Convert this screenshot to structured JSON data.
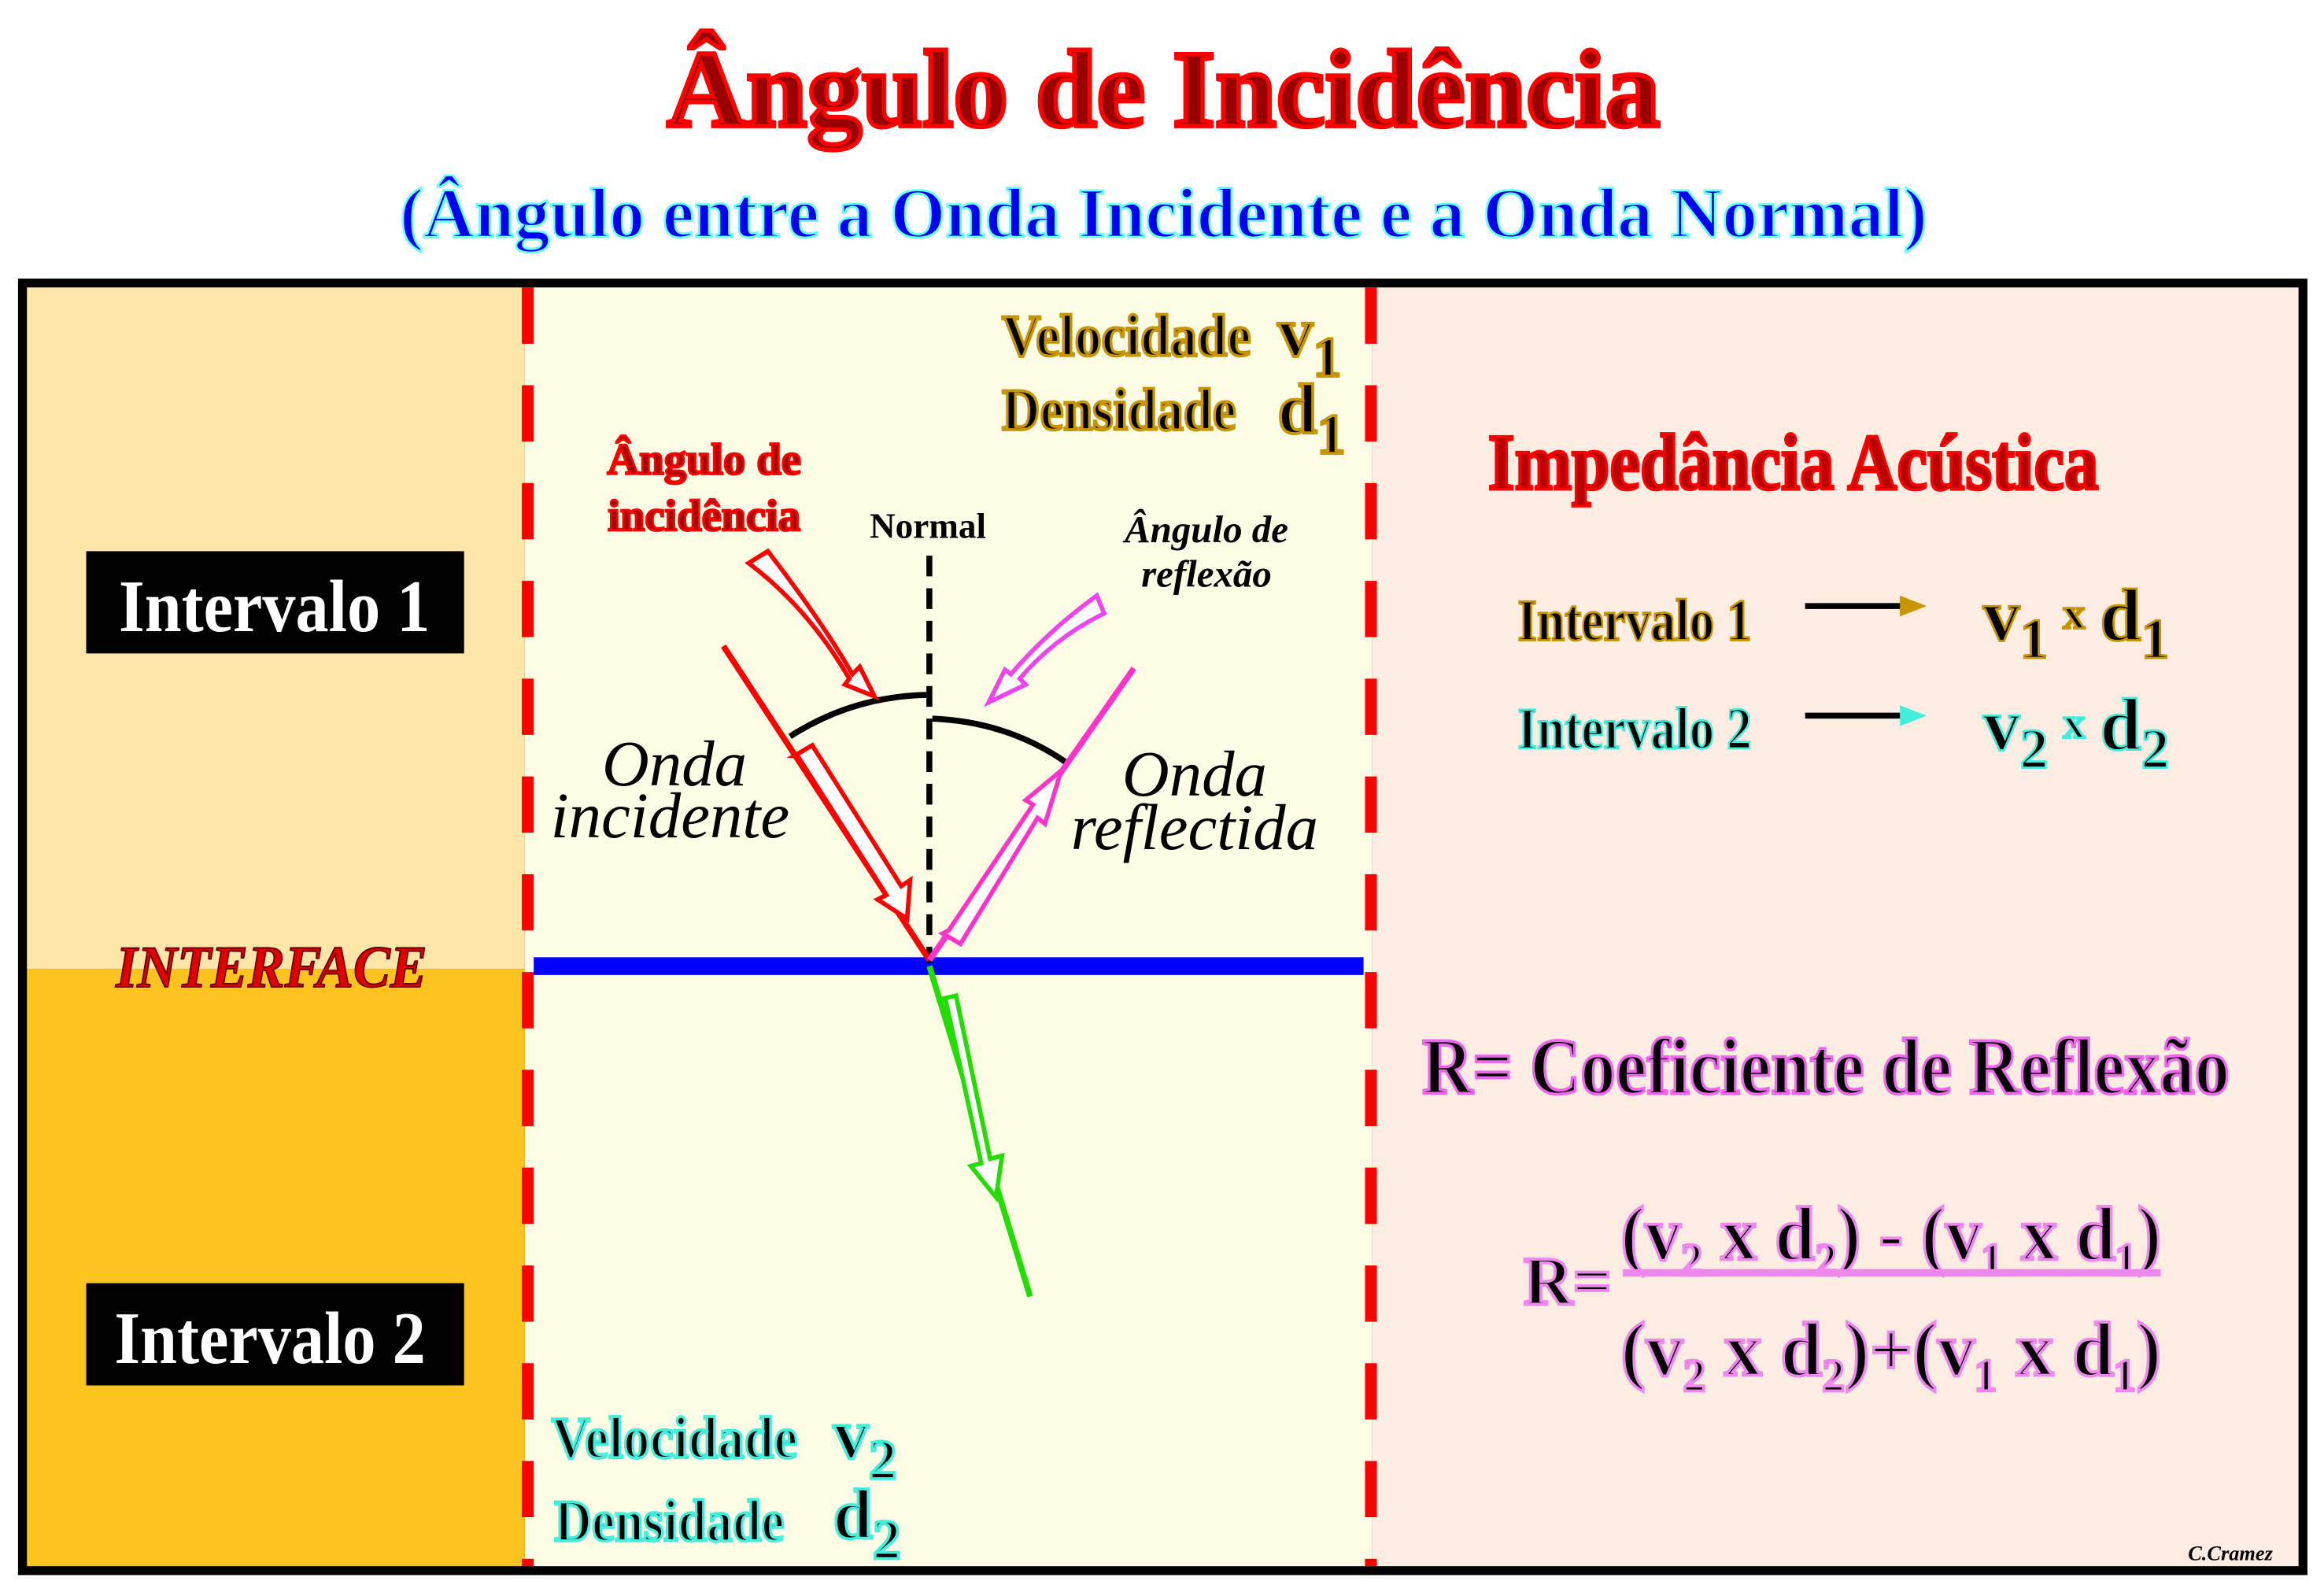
{
  "title": "Ângulo de Incidência",
  "subtitle": "(Ângulo entre a Onda Incidente e a Onda Normal)",
  "left": {
    "interval1": "Intervalo 1",
    "interval2": "Intervalo 2",
    "interface": "INTERFACE"
  },
  "middle": {
    "top_velocity_label": "Velocidade",
    "top_velocity_sym": "v",
    "top_velocity_sub": "1",
    "top_density_label": "Densidade",
    "top_density_sym": "d",
    "top_density_sub": "1",
    "bottom_velocity_label": "Velocidade",
    "bottom_velocity_sym": "v",
    "bottom_velocity_sub": "2",
    "bottom_density_label": "Densidade",
    "bottom_density_sym": "d",
    "bottom_density_sub": "2",
    "angle_incidence_line1": "Ângulo de",
    "angle_incidence_line2": "incidência",
    "normal": "Normal",
    "angle_reflection_line1": "Ângulo de",
    "angle_reflection_line2": "reflexão",
    "incident_wave_line1": "Onda",
    "incident_wave_line2": "incidente",
    "reflected_wave_line1": "Onda",
    "reflected_wave_line2": "reflectida"
  },
  "right": {
    "impedance_title": "Impedância Acústica",
    "row1_label": "Intervalo 1",
    "row1_v": "v",
    "row1_vsub": "1",
    "row1_x": "x",
    "row1_d": "d",
    "row1_dsub": "1",
    "row2_label": "Intervalo 2",
    "row2_v": "v",
    "row2_vsub": "2",
    "row2_x": "x",
    "row2_d": "d",
    "row2_dsub": "2",
    "coef_title": "R= Coeficiente de Reflexão",
    "formula_lhs": "R=",
    "numerator": "(v₂ x d₂) - (v₁ x d₁)",
    "denominator": "(v₂ x d₂)+(v₁ x d₁)",
    "credit": "C.Cramez"
  },
  "colors": {
    "title_red": "#e00000",
    "subtitle_blue": "#0000ee",
    "interface_blue": "#0000ff",
    "dash_red": "#ff0000",
    "incident": "#ff0000",
    "reflected": "#ff33cc",
    "transmitted": "#22dd00",
    "formula_outline": "#ee88ee"
  }
}
